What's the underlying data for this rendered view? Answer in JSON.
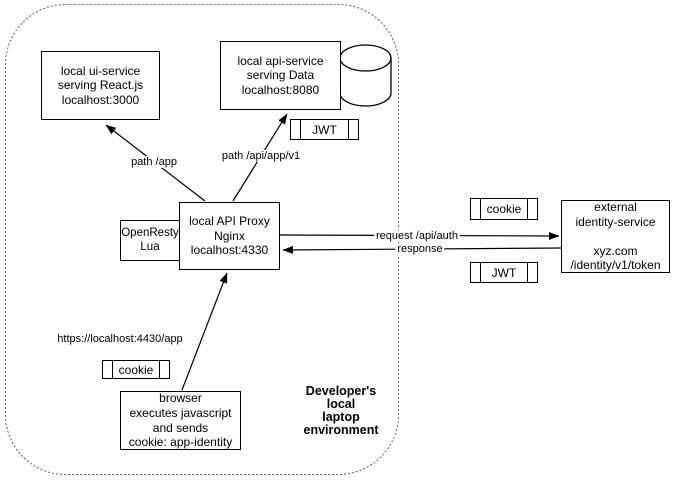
{
  "diagram": {
    "environment_label": "Developer's\nlocal\nlaptop\nenvironment",
    "nodes": {
      "ui_service": "local ui-service\nserving React.js\nlocalhost:3000",
      "api_service": "local api-service\nserving Data\nlocalhost:8080",
      "proxy": "local API Proxy\nNginx\nlocalhost:4330",
      "openresty": "OpenResty\nLua",
      "identity": "external\nidentity-service\n\nxyz.com\n/identity/v1/token",
      "browser": "browser\nexecutes javascript\nand sends\ncookie: app-identity"
    },
    "tokens": {
      "jwt_api": "JWT",
      "cookie_auth": "cookie",
      "jwt_auth": "JWT",
      "cookie_browser": "cookie"
    },
    "edge_labels": {
      "path_app": "path /app",
      "path_api": "path /api/app/v1",
      "request": "request /api/auth",
      "response": "response",
      "browser_url": "https://localhost:4430/app"
    },
    "colors": {
      "line": "#000000",
      "boundary": "#5c5c5c",
      "fill": "#ffffff"
    }
  }
}
